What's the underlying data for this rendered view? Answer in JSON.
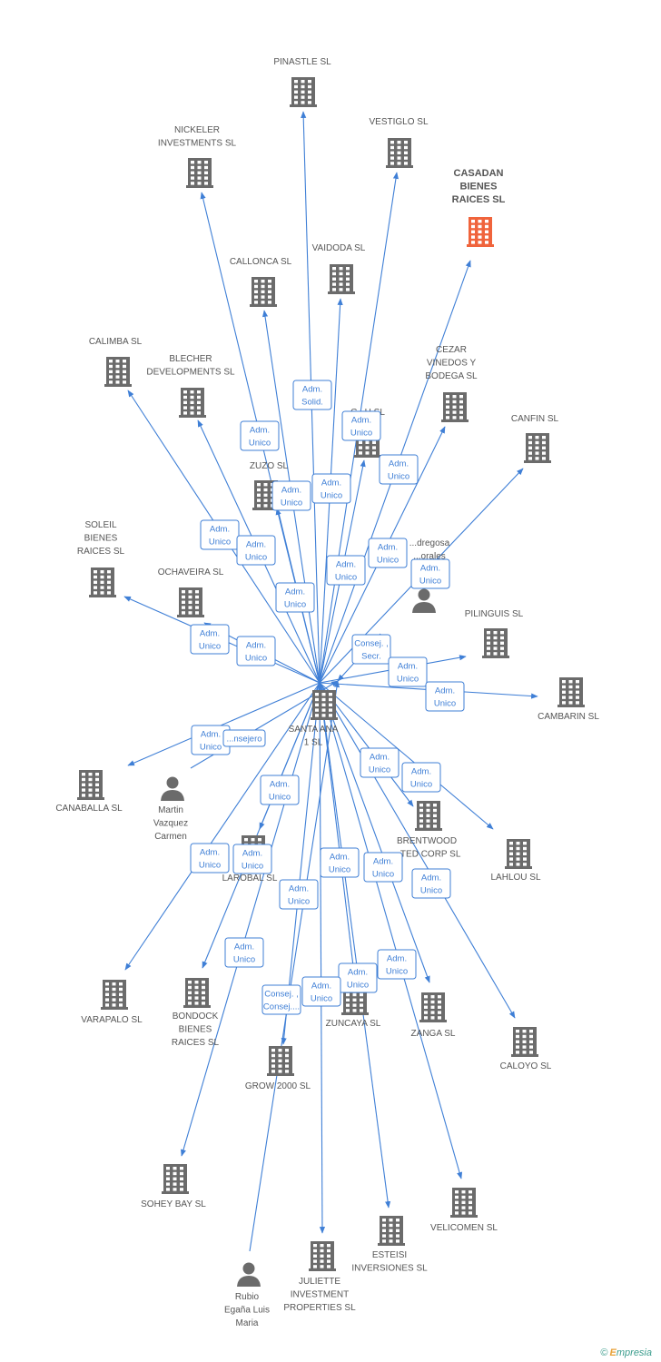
{
  "colors": {
    "edge": "#3f7fd6",
    "node": "#6b6b6b",
    "focus_node": "#f0643c",
    "brand": "#3a9c8c"
  },
  "center": {
    "id": "santa_ana",
    "label": [
      "SANTA ANA",
      "1 SL"
    ]
  },
  "nodes": [
    {
      "id": "pinastle",
      "type": "company",
      "label": [
        "PINASTLE SL"
      ]
    },
    {
      "id": "nickeler",
      "type": "company",
      "label": [
        "NICKELER",
        "INVESTMENTS SL"
      ]
    },
    {
      "id": "vestiglo",
      "type": "company",
      "label": [
        "VESTIGLO  SL"
      ]
    },
    {
      "id": "casadan",
      "type": "company",
      "focus": true,
      "label": [
        "CASADAN",
        "BIENES",
        "RAICES SL"
      ]
    },
    {
      "id": "callonca",
      "type": "company",
      "label": [
        "CALLONCA  SL"
      ]
    },
    {
      "id": "vaidoda",
      "type": "company",
      "label": [
        "VAIDODA SL"
      ]
    },
    {
      "id": "calimba",
      "type": "company",
      "label": [
        "CALIMBA  SL"
      ]
    },
    {
      "id": "blecher",
      "type": "company",
      "label": [
        "BLECHER",
        "DEVELOPMENTS SL"
      ]
    },
    {
      "id": "cezar",
      "type": "company",
      "label": [
        "CEZAR",
        "VINEDOS Y",
        "BODEGA SL"
      ]
    },
    {
      "id": "cisch",
      "type": "company",
      "label": [
        "C...H SL"
      ]
    },
    {
      "id": "canfin",
      "type": "company",
      "label": [
        "CANFIN SL"
      ]
    },
    {
      "id": "zuzo",
      "type": "company",
      "label": [
        "ZUZO SL"
      ]
    },
    {
      "id": "soleil",
      "type": "company",
      "label": [
        "SOLEIL",
        "BIENES",
        "RAICES SL"
      ]
    },
    {
      "id": "pedregosa",
      "type": "person",
      "label": [
        "...dregosa",
        "...orales",
        "...J"
      ]
    },
    {
      "id": "ochaveira",
      "type": "company",
      "label": [
        "OCHAVEIRA SL"
      ]
    },
    {
      "id": "pilinguis",
      "type": "company",
      "label": [
        "PILINGUIS  SL"
      ]
    },
    {
      "id": "cambarin",
      "type": "company",
      "label": [
        "CAMBARIN SL"
      ]
    },
    {
      "id": "canaballa",
      "type": "company",
      "label": [
        "CANABALLA  SL"
      ]
    },
    {
      "id": "martin",
      "type": "person",
      "label": [
        "Martin",
        "Vazquez",
        "Carmen"
      ]
    },
    {
      "id": "brentwood",
      "type": "company",
      "label": [
        "BRENTWOOD",
        "...TED CORP SL"
      ]
    },
    {
      "id": "lahlou",
      "type": "company",
      "label": [
        "LAHLOU SL"
      ]
    },
    {
      "id": "larobal",
      "type": "company",
      "label": [
        "LAROBAL SL"
      ]
    },
    {
      "id": "varapalo",
      "type": "company",
      "label": [
        "VARAPALO  SL"
      ]
    },
    {
      "id": "bondock",
      "type": "company",
      "label": [
        "BONDOCK",
        "BIENES",
        "RAICES SL"
      ]
    },
    {
      "id": "zuncaya",
      "type": "company",
      "label": [
        "ZUNCAYA SL"
      ]
    },
    {
      "id": "zanga",
      "type": "company",
      "label": [
        "ZANGA  SL"
      ]
    },
    {
      "id": "caloyo",
      "type": "company",
      "label": [
        "CALOYO SL"
      ]
    },
    {
      "id": "grow2000",
      "type": "company",
      "label": [
        "GROW 2000  SL"
      ]
    },
    {
      "id": "sohey",
      "type": "company",
      "label": [
        "SOHEY BAY SL"
      ]
    },
    {
      "id": "velicomen",
      "type": "company",
      "label": [
        "VELICOMEN  SL"
      ]
    },
    {
      "id": "esteisi",
      "type": "company",
      "label": [
        "ESTEISI",
        "INVERSIONES SL"
      ]
    },
    {
      "id": "juliette",
      "type": "company",
      "label": [
        "JULIETTE",
        "INVESTMENT",
        "PROPERTIES SL"
      ]
    },
    {
      "id": "rubio",
      "type": "person",
      "label": [
        "Rubio",
        "Egaña Luis",
        "Maria"
      ]
    }
  ],
  "edges": [
    {
      "from": "santa_ana",
      "to": "pinastle",
      "label": [
        "Adm.",
        "Solid."
      ]
    },
    {
      "from": "santa_ana",
      "to": "nickeler",
      "label": [
        "Adm.",
        "Unico"
      ]
    },
    {
      "from": "santa_ana",
      "to": "vestiglo",
      "label": [
        "Adm.",
        "Unico"
      ]
    },
    {
      "from": "santa_ana",
      "to": "casadan",
      "label": [
        "Adm.",
        "Unico"
      ]
    },
    {
      "from": "santa_ana",
      "to": "callonca",
      "label": [
        "Adm.",
        "Unico"
      ]
    },
    {
      "from": "santa_ana",
      "to": "vaidoda",
      "label": [
        "Adm.",
        "Unico"
      ]
    },
    {
      "from": "santa_ana",
      "to": "calimba",
      "label": [
        "Adm.",
        "Unico"
      ]
    },
    {
      "from": "santa_ana",
      "to": "blecher",
      "label": [
        "Adm.",
        "Unico"
      ]
    },
    {
      "from": "santa_ana",
      "to": "cezar",
      "label": [
        "Adm.",
        "Unico"
      ]
    },
    {
      "from": "santa_ana",
      "to": "cisch",
      "label": [
        "Adm.",
        "Unico"
      ]
    },
    {
      "from": "santa_ana",
      "to": "canfin",
      "label": [
        "Adm.",
        "Unico"
      ]
    },
    {
      "from": "santa_ana",
      "to": "zuzo",
      "label": [
        "Adm.",
        "Unico"
      ]
    },
    {
      "from": "santa_ana",
      "to": "soleil",
      "label": [
        "Adm.",
        "Unico"
      ]
    },
    {
      "from": "santa_ana",
      "to": "ochaveira",
      "label": [
        "Adm.",
        "Unico"
      ]
    },
    {
      "from": "pedregosa",
      "to": "santa_ana",
      "label": [
        "Consej. ,",
        "Secr."
      ]
    },
    {
      "from": "santa_ana",
      "to": "pilinguis",
      "label": [
        "Adm.",
        "Unico"
      ]
    },
    {
      "from": "santa_ana",
      "to": "cambarin",
      "label": [
        "Adm.",
        "Unico"
      ]
    },
    {
      "from": "santa_ana",
      "to": "canaballa",
      "label": [
        "Adm.",
        "Unico"
      ]
    },
    {
      "from": "martin",
      "to": "santa_ana",
      "label": [
        "...nsejero"
      ]
    },
    {
      "from": "santa_ana",
      "to": "brentwood",
      "label": [
        "Adm.",
        "Unico"
      ]
    },
    {
      "from": "santa_ana",
      "to": "lahlou",
      "label": [
        "Adm.",
        "Unico"
      ]
    },
    {
      "from": "santa_ana",
      "to": "larobal",
      "label": [
        "Adm.",
        "Unico"
      ]
    },
    {
      "from": "santa_ana",
      "to": "varapalo",
      "label": [
        "Adm.",
        "Unico"
      ]
    },
    {
      "from": "santa_ana",
      "to": "bondock",
      "label": [
        "Adm.",
        "Unico"
      ]
    },
    {
      "from": "santa_ana",
      "to": "zuncaya",
      "label": [
        "Adm.",
        "Unico"
      ]
    },
    {
      "from": "santa_ana",
      "to": "zanga",
      "label": [
        "Adm.",
        "Unico"
      ]
    },
    {
      "from": "santa_ana",
      "to": "caloyo",
      "label": [
        "Adm.",
        "Unico"
      ]
    },
    {
      "from": "santa_ana",
      "to": "grow2000",
      "label": [
        "Adm.",
        "Unico"
      ]
    },
    {
      "from": "santa_ana",
      "to": "sohey",
      "label": [
        "Adm.",
        "Unico"
      ]
    },
    {
      "from": "santa_ana",
      "to": "velicomen",
      "label": [
        "Adm.",
        "Unico"
      ]
    },
    {
      "from": "santa_ana",
      "to": "esteisi",
      "label": [
        "Adm.",
        "Unico"
      ]
    },
    {
      "from": "santa_ana",
      "to": "juliette",
      "label": [
        "Adm.",
        "Unico"
      ]
    },
    {
      "from": "rubio",
      "to": "santa_ana",
      "label": [
        "Consej. ,",
        "Consej...."
      ]
    }
  ],
  "brand": {
    "copyright": "©",
    "initial": "E",
    "name": "mpresia"
  }
}
